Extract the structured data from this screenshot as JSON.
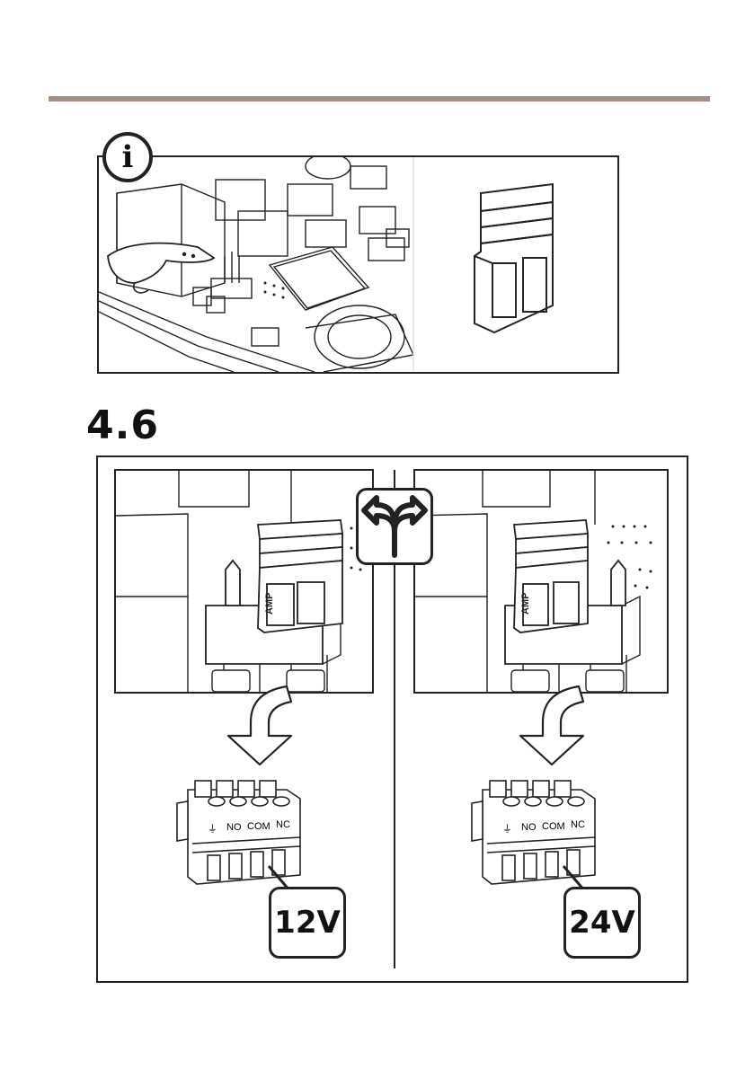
{
  "step": {
    "number": "4.6"
  },
  "info_panel": {
    "icon": "info-icon",
    "icon_text": "i"
  },
  "connector": {
    "pins": {
      "ground": "⏚",
      "no": "NO",
      "com": "COM",
      "nc": "NC"
    },
    "part_marking": "AMP"
  },
  "options": [
    {
      "voltage": "12V"
    },
    {
      "voltage": "24V"
    }
  ],
  "choice_icon": "split-arrow-icon"
}
